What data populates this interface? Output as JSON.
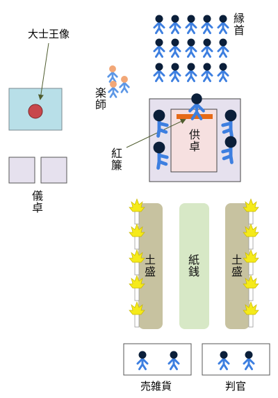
{
  "labels": {
    "statue": "大士王像",
    "musicians": "楽師",
    "relatives": "縁首",
    "curtain": "紅簾",
    "offering_table": "供卓",
    "ritual_table": "儀卓",
    "soil_left": "土盛",
    "soil_right": "土盛",
    "paper_money": "紙銭",
    "vendors": "売雑貨",
    "officials": "判官"
  },
  "colors": {
    "person_head": "#0b1f3a",
    "person_body": "#3d7fe0",
    "musician_head": "#f2a777",
    "musician_body": "#5c97e6",
    "statue_box": "#b8dfe8",
    "statue_dot": "#c8474c",
    "table_fill": "#e6e1ee",
    "offering_inner": "#f6e0e0",
    "curtain": "#e66a17",
    "soil": "#c7c2a0",
    "paper": "#d7e8c6",
    "flame": "#f5ea1a",
    "arrow": "#4f5d2f"
  }
}
